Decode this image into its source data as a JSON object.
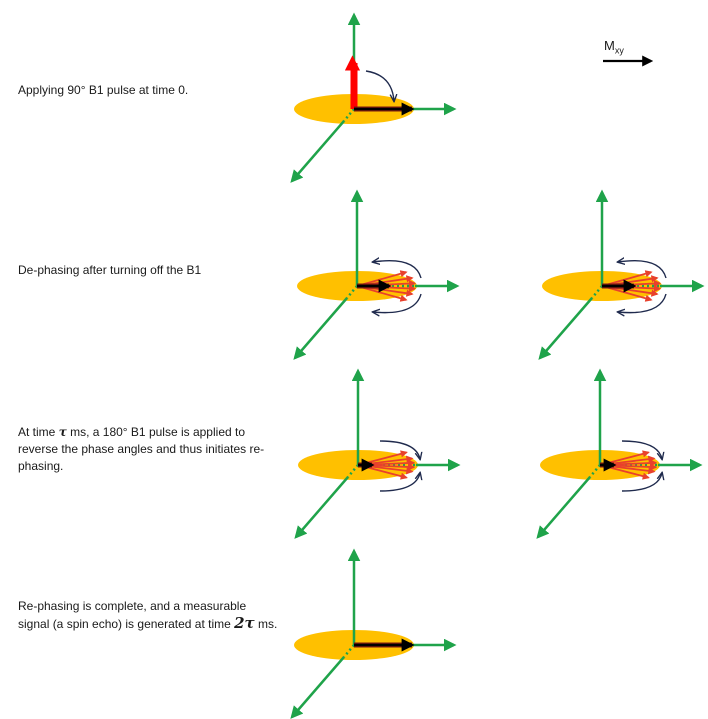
{
  "legend": {
    "symbol": "M",
    "subscript": "xy"
  },
  "steps": [
    {
      "id": "step-90-pulse",
      "caption_parts": [
        "Applying  90° B1 pulse at time 0."
      ]
    },
    {
      "id": "step-dephasing",
      "caption_parts": [
        "De-phasing after turning off the B1"
      ]
    },
    {
      "id": "step-180-pulse",
      "caption_parts": [
        "At time ",
        "τ",
        " ms, a 180° B1 pulse is applied to reverse the phase angles and thus initiates re-phasing."
      ]
    },
    {
      "id": "step-rephased",
      "caption_parts": [
        "Re-phasing is complete, and a measurable signal (a spin echo) is generated at time ",
        "2τ",
        " ms."
      ]
    }
  ],
  "colors": {
    "axis": "#1fa34a",
    "disc": "#ffc000",
    "pulse": "#ff0000",
    "spin": "#e8412c",
    "net_vector": "#000000",
    "rotation_arrow": "#1f2a4d"
  }
}
